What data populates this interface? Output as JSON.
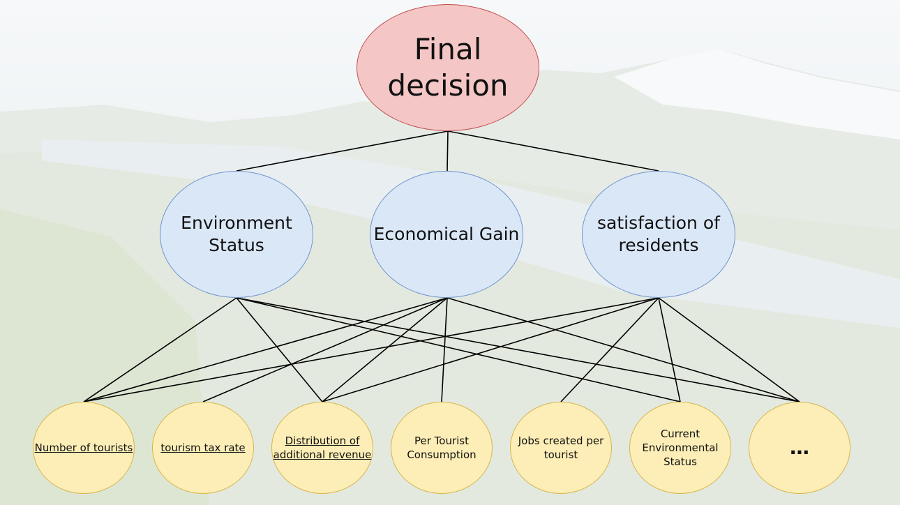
{
  "root": {
    "label": "Final decision"
  },
  "criteria": [
    {
      "label": "Environment Status"
    },
    {
      "label": "Economical Gain"
    },
    {
      "label": "satisfaction of residents"
    }
  ],
  "factors": [
    {
      "label": "Number of tourists",
      "underlined": true
    },
    {
      "label": "tourism tax rate",
      "underlined": true
    },
    {
      "label": "Distribution of additional revenue",
      "underlined": true
    },
    {
      "label": "Per Tourist Consumption",
      "underlined": false
    },
    {
      "label": "Jobs created per tourist",
      "underlined": false
    },
    {
      "label": "Current Environmental Status",
      "underlined": false
    },
    {
      "label": "…",
      "underlined": false
    }
  ],
  "colors": {
    "root_fill": "#f5c6c6",
    "root_border": "#c0504d",
    "criteria_fill": "#dae7f7",
    "criteria_border": "#6f94cf",
    "factor_fill": "#fdeeb7",
    "factor_border": "#d7b64a",
    "edge": "#000000"
  }
}
